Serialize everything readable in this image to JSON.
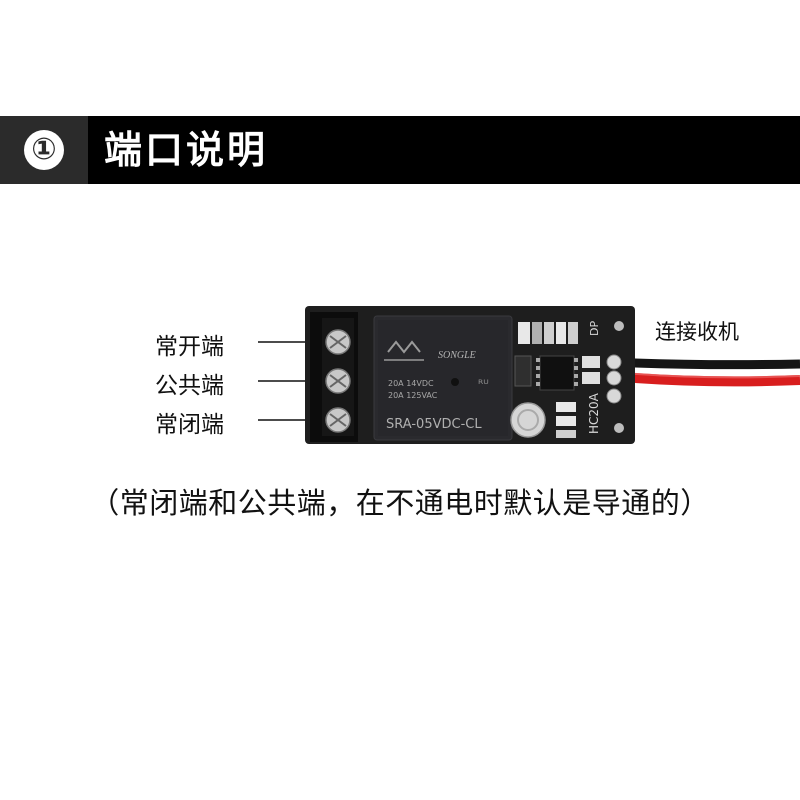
{
  "banner": {
    "number": "①",
    "title": "端口说明"
  },
  "terminals": {
    "no": "常开端",
    "com": "公共端",
    "nc": "常闭端"
  },
  "wire_label": "连接收机",
  "relay": {
    "brand": "SONGLE",
    "rating1": "20A  14VDC",
    "rating2": "20A  125VAC",
    "model": "SRA-05VDC-CL"
  },
  "board": {
    "model_text": "HC20A",
    "dp_text": "DP"
  },
  "note": "（常闭端和公共端，在不通电时默认是导通的）",
  "colors": {
    "banner_bg": "#000000",
    "badge_bg": "#2b2b2b",
    "pcb": "#1e1e1e",
    "wire_red": "#d81e1e"
  }
}
